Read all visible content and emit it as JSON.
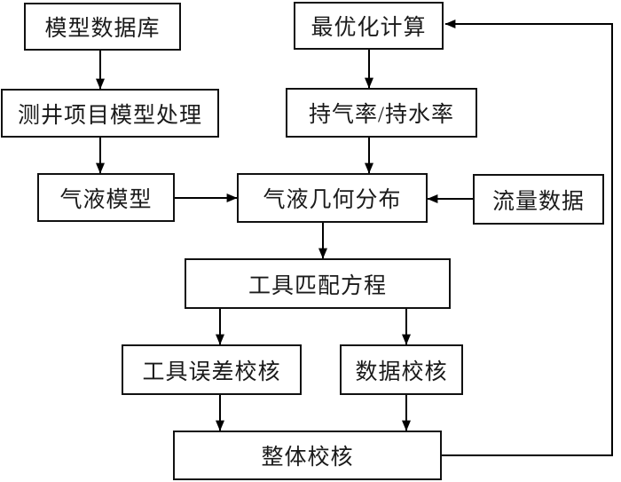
{
  "diagram": {
    "background_color": "#ffffff",
    "line_color": "#000000",
    "box_border_color": "#111111",
    "nodes": [
      {
        "id": "model-database",
        "label": "模型数据库"
      },
      {
        "id": "logging-project-model-processing",
        "label": "测井项目模型处理"
      },
      {
        "id": "gas-liquid-model",
        "label": "气液模型"
      },
      {
        "id": "gas-liquid-geometric-distribution",
        "label": "气液几何分布"
      },
      {
        "id": "optimization-calculation",
        "label": "最优化计算"
      },
      {
        "id": "gas-holdup-water-holdup",
        "label": "持气率/持水率"
      },
      {
        "id": "flow-data",
        "label": "流量数据"
      },
      {
        "id": "tool-matching-equation",
        "label": "工具匹配方程"
      },
      {
        "id": "tool-error-check",
        "label": "工具误差校核"
      },
      {
        "id": "data-check",
        "label": "数据校核"
      },
      {
        "id": "overall-check",
        "label": "整体校核"
      }
    ],
    "edges": [
      {
        "from": "model-database",
        "to": "logging-project-model-processing"
      },
      {
        "from": "logging-project-model-processing",
        "to": "gas-liquid-model"
      },
      {
        "from": "gas-liquid-model",
        "to": "gas-liquid-geometric-distribution"
      },
      {
        "from": "optimization-calculation",
        "to": "gas-holdup-water-holdup"
      },
      {
        "from": "gas-holdup-water-holdup",
        "to": "gas-liquid-geometric-distribution"
      },
      {
        "from": "flow-data",
        "to": "gas-liquid-geometric-distribution"
      },
      {
        "from": "gas-liquid-geometric-distribution",
        "to": "tool-matching-equation"
      },
      {
        "from": "tool-matching-equation",
        "to": "tool-error-check"
      },
      {
        "from": "tool-matching-equation",
        "to": "data-check"
      },
      {
        "from": "tool-error-check",
        "to": "overall-check"
      },
      {
        "from": "data-check",
        "to": "overall-check"
      },
      {
        "from": "overall-check",
        "to": "optimization-calculation"
      }
    ]
  }
}
